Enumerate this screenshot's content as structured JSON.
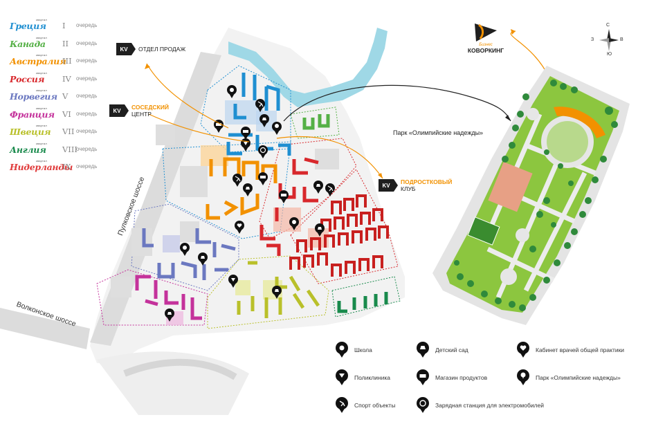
{
  "queues": [
    {
      "name": "Греция",
      "small": "квартал",
      "num": "I",
      "word": "очередь",
      "color": "#1f8fd1"
    },
    {
      "name": "Канада",
      "small": "квартал",
      "num": "II",
      "word": "очередь",
      "color": "#55b046"
    },
    {
      "name": "Австралия",
      "small": "квартал",
      "num": "III",
      "word": "очередь",
      "color": "#f29100"
    },
    {
      "name": "Россия",
      "small": "квартал",
      "num": "IV",
      "word": "очередь",
      "color": "#d8282c"
    },
    {
      "name": "Норвегия",
      "small": "квартал",
      "num": "V",
      "word": "очередь",
      "color": "#6b78c0"
    },
    {
      "name": "Франция",
      "small": "квартал",
      "num": "VI",
      "word": "очередь",
      "color": "#c4329b"
    },
    {
      "name": "Швеция",
      "small": "квартал",
      "num": "VII",
      "word": "очередь",
      "color": "#b9c02a"
    },
    {
      "name": "Англия",
      "small": "квартал",
      "num": "VIII",
      "word": "очередь",
      "color": "#198a4c"
    },
    {
      "name": "Нидерланды",
      "small": "квартал",
      "num": "IX",
      "word": "очередь",
      "color": "#e03c3c"
    }
  ],
  "callouts": {
    "sales": {
      "logo": "KV",
      "text": "ОТДЕЛ ПРОДАЖ"
    },
    "neighbor": {
      "logo": "KV",
      "line1": "СОСЕДСКИЙ",
      "line2": "ЦЕНТР"
    },
    "teen": {
      "logo": "KV",
      "line1": "ПОДРОСТКОВЫЙ",
      "line2": "КЛУБ"
    },
    "cowork": {
      "brand": "Бизнес",
      "text": "КОВОРКИНГ"
    }
  },
  "roads": {
    "pulkovo": "Пулковское шоссе",
    "volkon": "Волконское шоссе"
  },
  "park_title": "Парк «Олимпийские надежды»",
  "compass": {
    "n": "С",
    "s": "Ю",
    "w": "З",
    "e": "В"
  },
  "poi_legend": [
    {
      "icon": "school-icon",
      "label": "Школа"
    },
    {
      "icon": "kindergarten-icon",
      "label": "Детский сад"
    },
    {
      "icon": "doctor-icon",
      "label": "Кабинет врачей общей практики"
    },
    {
      "icon": "clinic-icon",
      "label": "Поликлиника"
    },
    {
      "icon": "grocery-icon",
      "label": "Магазин продуктов"
    },
    {
      "icon": "park-icon",
      "label": "Парк «Олимпийские надежды»"
    },
    {
      "icon": "sport-icon",
      "label": "Спорт объекты"
    },
    {
      "icon": "ev-charging-icon",
      "label": "Зарядная станция для электромобилей"
    }
  ],
  "colors": {
    "orange": "#f29100",
    "blue": "#1f8fd1",
    "green": "#55b046",
    "red": "#d8282c",
    "violet": "#6b78c0",
    "magenta": "#c4329b",
    "olive": "#b9c02a",
    "darkgreen": "#198a4c",
    "water": "#9fd8e6",
    "block_gray": "#e6e6e6",
    "park_green": "#8cc63f"
  }
}
